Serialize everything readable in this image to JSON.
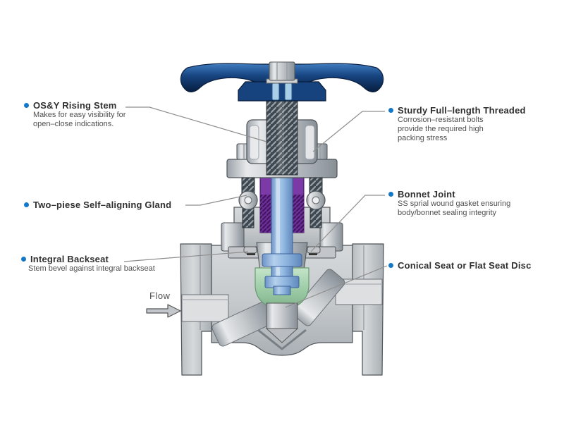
{
  "colors": {
    "accent_bullet": "#1478c8",
    "leader_line": "#8f8f8f",
    "handwheel_navy": "#16437e",
    "handwheel_light": "#3f7cc0",
    "handwheel_dark": "#071d3f",
    "stem_blue": "#8fb6df",
    "packing_purple": "#7b3aa6",
    "packing_dark": "#43135f",
    "disc_green": "#a5d2ae",
    "body_gray": "#c6cacd",
    "body_light": "#e7e9eb",
    "body_dark": "#8f969c",
    "thread_dark": "#3f474f",
    "outline_gray": "#4d5358",
    "text_title": "#303030",
    "text_desc": "#4f4f4f"
  },
  "callouts": [
    {
      "id": "osy-rising-stem",
      "title": "OS&Y Rising Stem",
      "desc_lines": [
        "Makes for easy visibility for",
        "open–close indications."
      ]
    },
    {
      "id": "sturdy-threaded-bolts",
      "title": "Sturdy Full–length Threaded",
      "desc_lines": [
        "Corrosion–resistant bolts",
        "provide the required high",
        "packing stress"
      ]
    },
    {
      "id": "self-aligning-gland",
      "title": "Two–piese Self–aligning Gland",
      "desc_lines": []
    },
    {
      "id": "bonnet-joint",
      "title": "Bonnet Joint",
      "desc_lines": [
        "SS sprial wound gasket ensuring",
        "body/bonnet sealing integrity"
      ]
    },
    {
      "id": "integral-backseat",
      "title": "Integral Backseat",
      "desc_lines": [
        "Stem bevel against integral backseat"
      ]
    },
    {
      "id": "conical-seat-disc",
      "title": "Conical Seat or Flat Seat Disc",
      "desc_lines": []
    }
  ],
  "flow_label": "Flow"
}
